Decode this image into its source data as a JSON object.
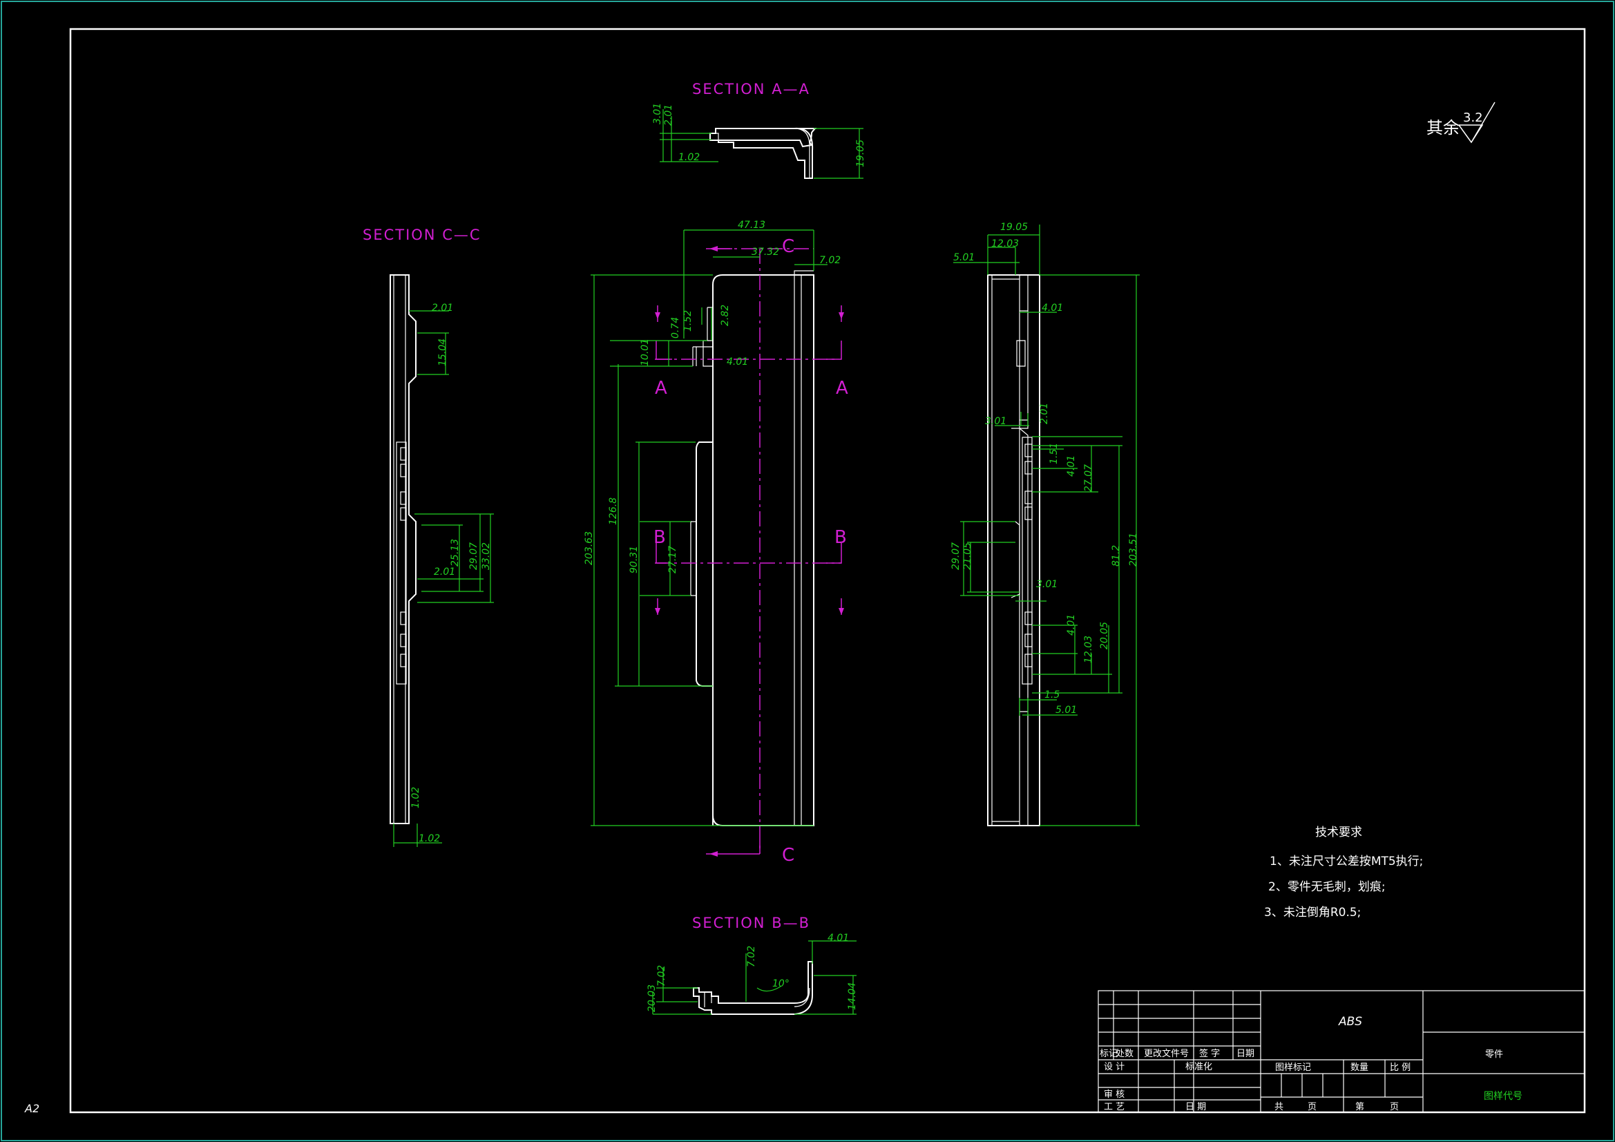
{
  "sections": {
    "aa": "SECTION A—A",
    "cc": "SECTION C—C",
    "bb": "SECTION B—B"
  },
  "cut_letters": {
    "a": "A",
    "b": "B",
    "c": "C"
  },
  "surface_finish": {
    "prefix": "其余",
    "value": "3.2"
  },
  "dims": {
    "aa": [
      "3.01",
      "2.01",
      "1.02",
      "19.05"
    ],
    "cc": [
      "2.01",
      "15.04",
      "25.13",
      "29.07",
      "33.02",
      "2.01",
      "1.02",
      "1.02"
    ],
    "front": [
      "47.13",
      "37.32",
      "7.02",
      "203.63",
      "126.8",
      "90.31",
      "27.17",
      "10.01",
      "0.74",
      "1.52",
      "2.82",
      "4.01"
    ],
    "side": [
      "19.05",
      "12.03",
      "5.01",
      "4.01",
      "3.01",
      "2.01",
      "1.51",
      "4.01",
      "27.07",
      "29.07",
      "21.05",
      "3.01",
      "81.2",
      "203.51",
      "4.01",
      "12.03",
      "20.05",
      "1.5",
      "5.01"
    ],
    "bb": [
      "4.01",
      "7.02",
      "7.02",
      "20.03",
      "10°",
      "14.04"
    ]
  },
  "tech_requirements": {
    "title": "技术要求",
    "items": [
      "1、未注尺寸公差按MT5执行;",
      "2、零件无毛刺，划痕;",
      "3、未注倒角R0.5;"
    ]
  },
  "title_block": {
    "material": "ABS",
    "part_name": "零件",
    "drawing_number_label": "图样代号",
    "rev_headers": [
      "标记",
      "处数",
      "更改文件号",
      "签 字",
      "日期"
    ],
    "design": "设 计",
    "standardization": "标准化",
    "review": "审 核",
    "process": "工 艺",
    "date": "日 期",
    "stage_mark": "图样标记",
    "quantity": "数量",
    "scale": "比 例",
    "total": "共",
    "page": "页",
    "sheet": "第",
    "sheet_page": "页"
  },
  "sheet_size": "A2",
  "colors": {
    "background": "#000000",
    "outline": "#ffffff",
    "dimension": "#22d022",
    "section": "#d21fd2",
    "border": "#26a69a"
  }
}
